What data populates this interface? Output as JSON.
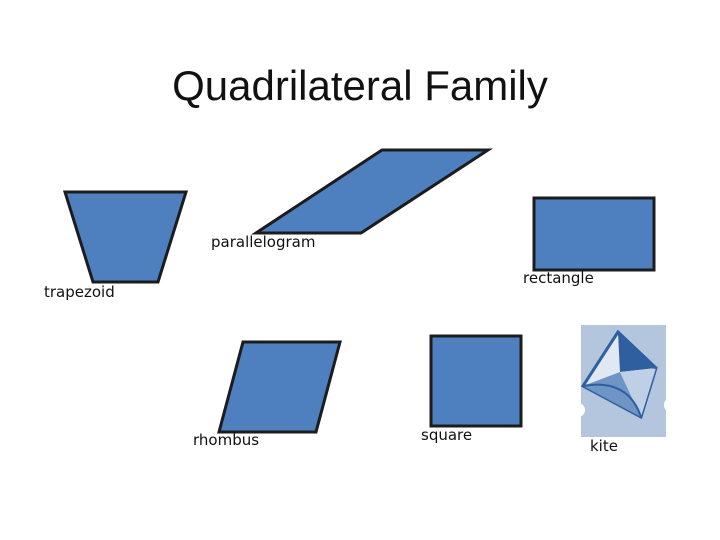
{
  "title": "Quadrilateral Family",
  "colors": {
    "fill": "#4e7fbf",
    "stroke": "#1c1c1c",
    "kite_bg": "#b3c6de",
    "kite_dark": "#2f5f9e",
    "kite_light": "#dfe8f3"
  },
  "shapes": {
    "trapezoid": "trapezoid",
    "parallelogram": "parallelogram",
    "rectangle": "rectangle",
    "rhombus": "rhombus",
    "square": "square",
    "kite": "kite"
  }
}
